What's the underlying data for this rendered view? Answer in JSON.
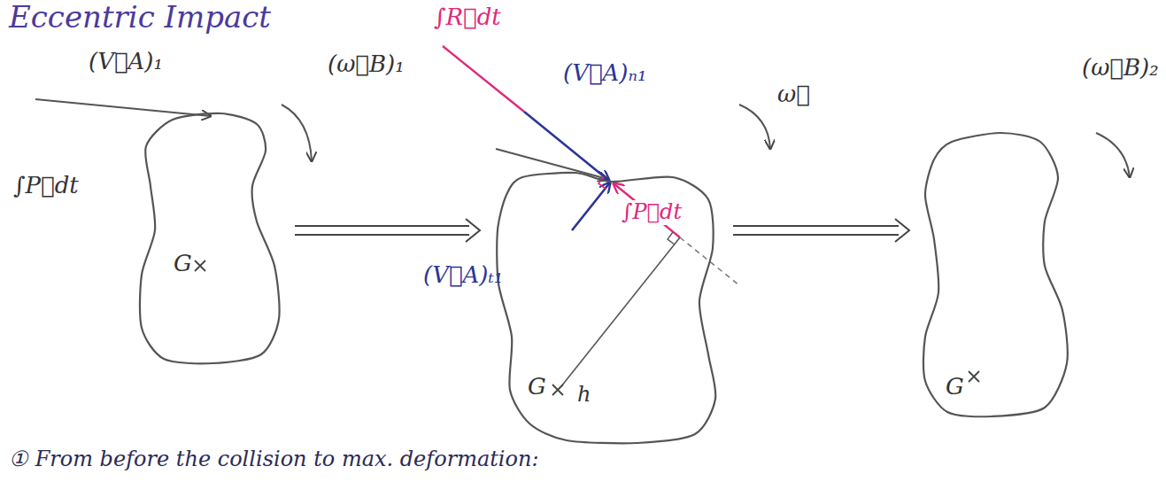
{
  "diagram": {
    "title": "Eccentric Impact",
    "nodes": [
      {
        "text": [
          "G"
        ]
      },
      {
        "text": [
          "G"
        ]
      },
      {
        "text": [
          "G"
        ]
      }
    ],
    "edges": [
      {
        "from": 0,
        "to": 1,
        "arrow": "to"
      },
      {
        "from": 1,
        "to": 2,
        "arrow": "to"
      }
    ],
    "labels": [
      "(V⃗A)₁",
      "(ω⃗B)₁",
      "∫P⃗dt",
      "∫R⃗dt",
      "(V⃗A)ₙ₁",
      "(V⃗A)ₜ₁",
      "∫P⃗dt",
      "ω⃗",
      "h",
      "(ω⃗B)₂",
      "① From before the collision to max. deformation:"
    ]
  }
}
